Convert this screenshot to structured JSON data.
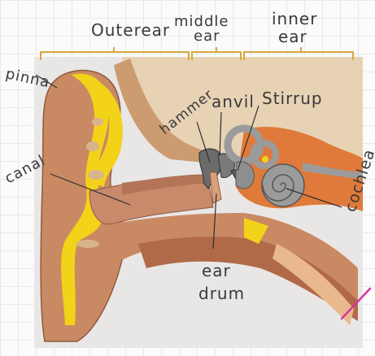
{
  "labels": {
    "outer_ear": "Outerear",
    "middle_ear_1": "middle",
    "middle_ear_2": "ear",
    "inner_ear_1": "inner",
    "inner_ear_2": "ear",
    "pinna": "pinna",
    "canal": "canal",
    "hammer": "hammer",
    "anvil": "anvil",
    "stirrup": "Stirrup",
    "cochlea": "cochlea",
    "ear_drum_1": "ear",
    "ear_drum_2": "drum"
  },
  "colors": {
    "skin": "#c98a63",
    "skin_dark": "#a9694d",
    "cartilage": "#f3d21a",
    "bone": "#dcc9a6",
    "inner_ear": "#e07a3a",
    "cochlea": "#9b9b9b",
    "bracket": "#d4a93c",
    "ink": "#2f2f2f",
    "pink_mark": "#d9369a"
  }
}
